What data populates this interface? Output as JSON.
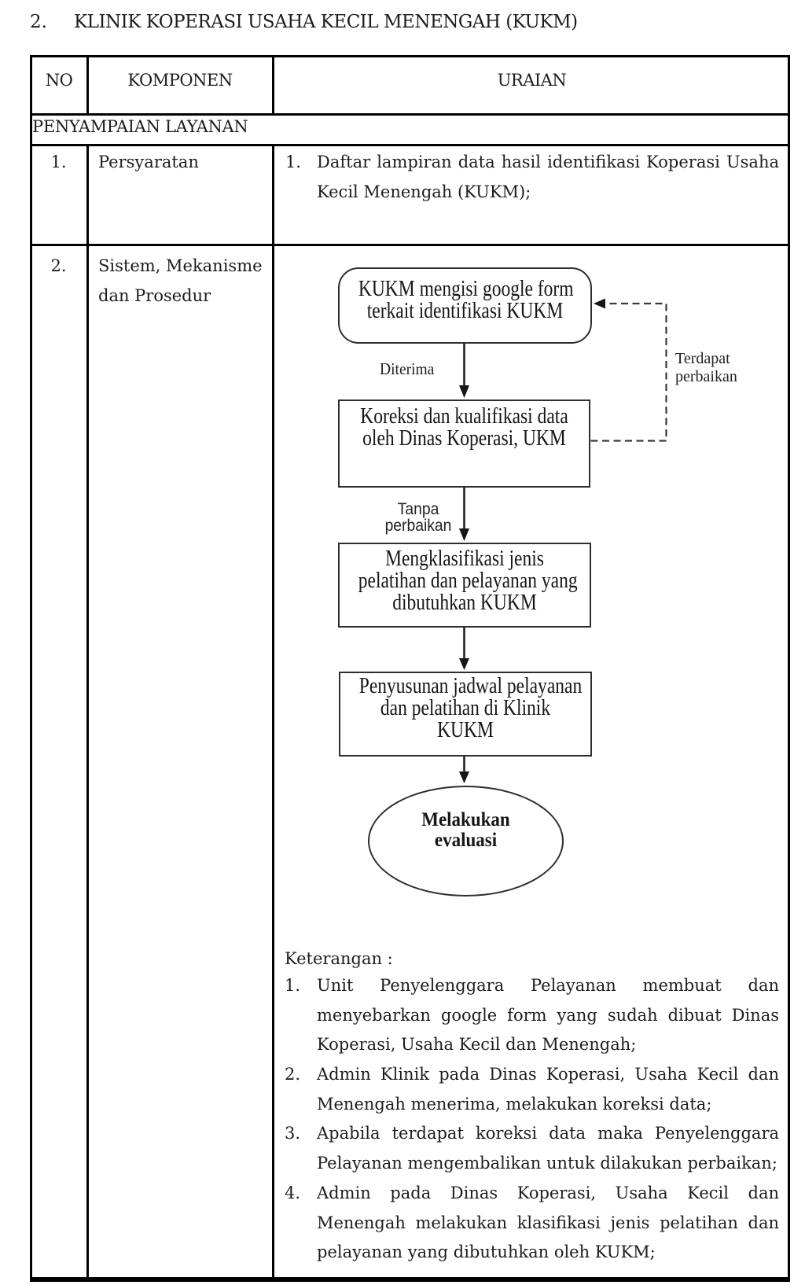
{
  "page": {
    "heading_number": "2.",
    "heading_text": "KLINIK KOPERASI USAHA KECIL MENENGAH (KUKM)"
  },
  "table": {
    "headers": {
      "no": "NO",
      "komponen": "KOMPONEN",
      "uraian": "URAIAN"
    },
    "section_row_label": "PENYAMPAIAN LAYANAN",
    "row1": {
      "no": "1.",
      "komponen": "Persyaratan",
      "uraian_item_no": "1.",
      "uraian_lines": [
        "Daftar lampiran data hasil identifikasi Koperasi Usaha",
        "Kecil Menengah (KUKM);"
      ]
    },
    "row2": {
      "no": "2.",
      "komponen_lines": [
        "Sistem, Mekanisme",
        "dan Prosedur"
      ]
    }
  },
  "flowchart": {
    "box1_lines": [
      "KUKM mengisi google form",
      "terkait identifikasi KUKM"
    ],
    "label_diterima": "Diterima",
    "label_terdapat_lines": [
      "Terdapat",
      "perbaikan"
    ],
    "box2_lines": [
      "Koreksi dan kualifikasi data",
      "oleh Dinas Koperasi, UKM"
    ],
    "label_tanpa_lines": [
      "Tanpa",
      "perbaikan"
    ],
    "box3_lines": [
      "Mengklasifikasi jenis",
      "pelatihan dan pelayanan yang",
      "dibutuhkan KUKM"
    ],
    "box4_lines": [
      "Penyusunan jadwal pelayanan",
      "dan pelatihan di Klinik",
      "KUKM"
    ],
    "terminator_lines": [
      "Melakukan",
      "evaluasi"
    ]
  },
  "keterangan": {
    "title": "Keterangan :",
    "items": [
      {
        "no": "1.",
        "lines": [
          "Unit Penyelenggara Pelayanan membuat dan",
          "menyebarkan google form yang sudah dibuat Dinas",
          "Koperasi, Usaha Kecil dan Menengah;"
        ]
      },
      {
        "no": "2.",
        "lines": [
          "Admin Klinik pada Dinas Koperasi, Usaha Kecil dan",
          "Menengah menerima, melakukan koreksi data;"
        ]
      },
      {
        "no": "3.",
        "lines": [
          "Apabila terdapat koreksi data maka Penyelenggara",
          "Pelayanan mengembalikan untuk dilakukan perbaikan;"
        ]
      },
      {
        "no": "4.",
        "lines": [
          "Admin pada Dinas Koperasi, Usaha Kecil dan",
          "Menengah melakukan klasifikasi jenis pelatihan dan",
          "pelayanan yang dibutuhkan oleh KUKM;"
        ]
      }
    ]
  }
}
